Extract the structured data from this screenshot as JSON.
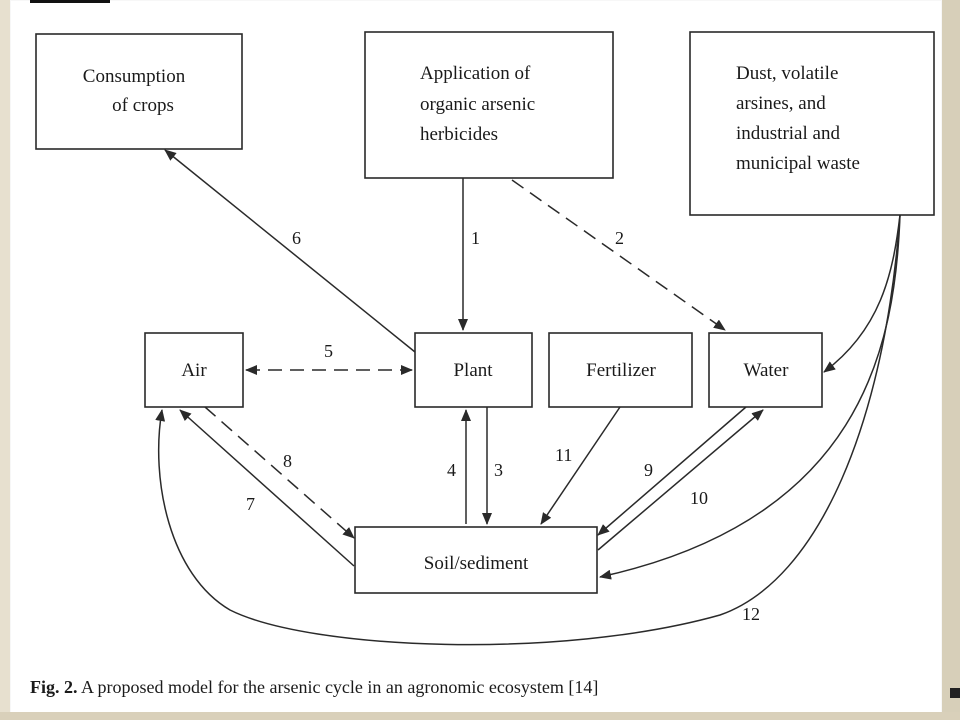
{
  "nodes": {
    "consumption": {
      "lines": [
        "Consumption",
        "of crops"
      ]
    },
    "application": {
      "lines": [
        "Application of",
        "organic arsenic",
        "herbicides"
      ]
    },
    "dust": {
      "lines": [
        "Dust, volatile",
        "arsines, and",
        "industrial and",
        "municipal waste"
      ]
    },
    "air": {
      "label": "Air"
    },
    "plant": {
      "label": "Plant"
    },
    "fertilizer": {
      "label": "Fertilizer"
    },
    "water": {
      "label": "Water"
    },
    "soil": {
      "label": "Soil/sediment"
    }
  },
  "edges": [
    {
      "id": "1",
      "label": "1",
      "from": "application",
      "to": "plant",
      "style": "solid"
    },
    {
      "id": "2",
      "label": "2",
      "from": "application",
      "to": "water",
      "style": "dashed"
    },
    {
      "id": "3",
      "label": "3",
      "from": "plant",
      "to": "soil",
      "style": "solid"
    },
    {
      "id": "4",
      "label": "4",
      "from": "soil",
      "to": "plant",
      "style": "solid"
    },
    {
      "id": "5",
      "label": "5",
      "from": "air",
      "to": "plant",
      "style": "dashed",
      "bidirectional": true
    },
    {
      "id": "6",
      "label": "6",
      "from": "plant",
      "to": "consumption",
      "style": "solid"
    },
    {
      "id": "7",
      "label": "7",
      "from": "soil",
      "to": "air",
      "style": "solid"
    },
    {
      "id": "8",
      "label": "8",
      "from": "air",
      "to": "soil",
      "style": "dashed"
    },
    {
      "id": "9",
      "label": "9",
      "from": "water",
      "to": "soil",
      "style": "solid"
    },
    {
      "id": "10",
      "label": "10",
      "from": "soil",
      "to": "water",
      "style": "solid"
    },
    {
      "id": "11",
      "label": "11",
      "from": "fertilizer",
      "to": "soil",
      "style": "solid"
    },
    {
      "id": "12",
      "label": "12",
      "from": "dust",
      "to": "air",
      "style": "solid"
    }
  ],
  "caption": {
    "figno": "Fig. 2.",
    "text": "A proposed model for the arsenic cycle in an agronomic ecosystem [14]"
  }
}
